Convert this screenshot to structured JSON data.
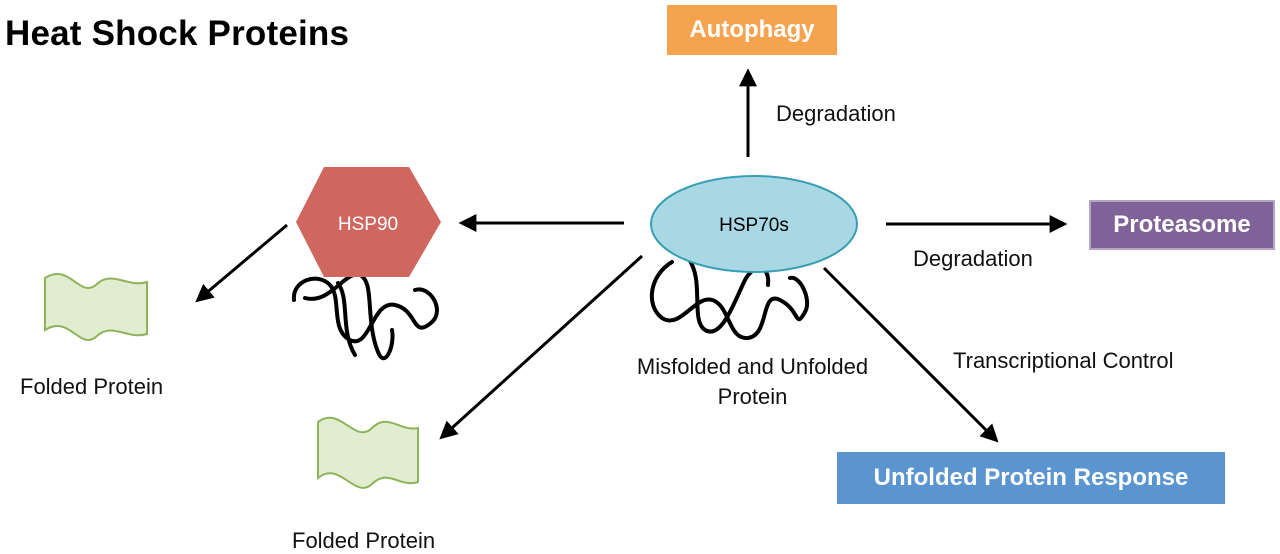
{
  "title": "Heat Shock Proteins",
  "nodes": {
    "hsp70": "HSP70s",
    "hsp90": "HSP90",
    "autophagy": "Autophagy",
    "proteasome": "Proteasome",
    "upr": "Unfolded Protein Response",
    "misfolded": "Misfolded and Unfolded Protein",
    "folded_left": "Folded Protein",
    "folded_bottom": "Folded Protein"
  },
  "edge_labels": {
    "to_autophagy": "Degradation",
    "to_proteasome": "Degradation",
    "to_upr": "Transcriptional Control"
  },
  "colors": {
    "hsp70_fill": "#a8d8e4",
    "hsp70_stroke": "#3a9db3",
    "hsp90_fill": "#cf6660",
    "autophagy": "#f6a350",
    "proteasome": "#7f6298",
    "upr": "#5b95cf",
    "folded_fill": "#e2ecd0",
    "folded_stroke": "#8fb35a"
  }
}
